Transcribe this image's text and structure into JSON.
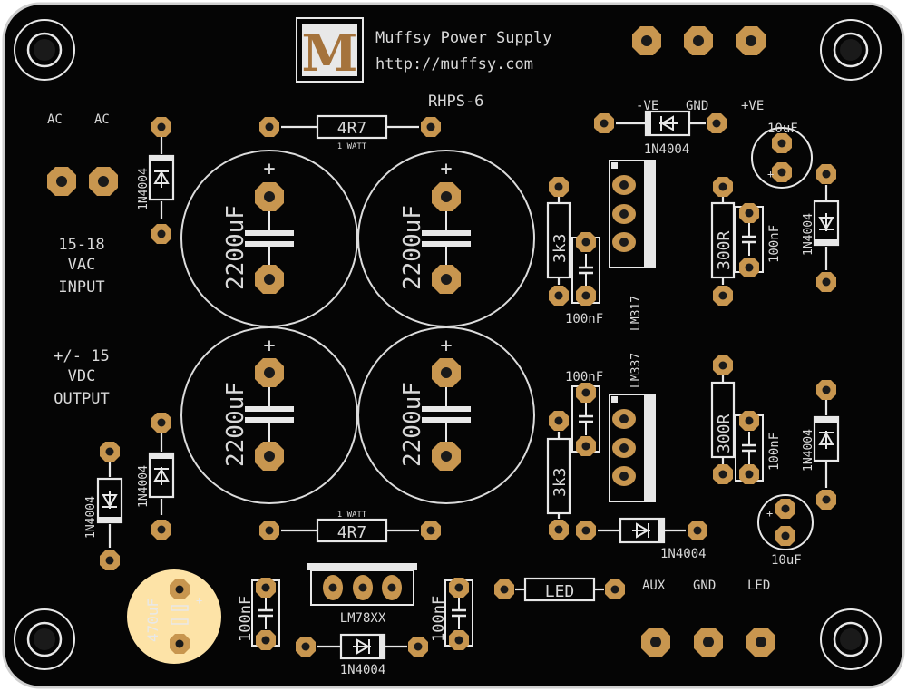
{
  "board": {
    "title": "Muffsy Power Supply",
    "url": "http://muffsy.com",
    "logo_letter": "M",
    "model": "RHPS-6"
  },
  "labels": {
    "ac1": "AC",
    "ac2": "AC",
    "input_line1": "15-18",
    "input_line2": "VAC",
    "input_line3": "INPUT",
    "output_line1": "+/- 15",
    "output_line2": "VDC",
    "output_line3": "OUTPUT",
    "neg_ve": "-VE",
    "gnd_top": "GND",
    "pos_ve": "+VE",
    "aux": "AUX",
    "gnd_bottom": "GND",
    "led_pad": "LED"
  },
  "components": {
    "cap_main": "2200uF",
    "plus": "+",
    "res_4r7": "4R7",
    "one_watt": "1 WATT",
    "diode": "1N4004",
    "res_3k3": "3k3",
    "res_300r": "300R",
    "cap_100nf": "100nF",
    "cap_10uf": "10uF",
    "reg_lm317": "LM317",
    "reg_lm337": "LM337",
    "reg_lm78xx": "LM78XX",
    "cap_470uf": "470uF",
    "led_part": "LED"
  },
  "colors": {
    "board": "#050505",
    "board_edge": "#cfcfcf",
    "copper": "#c8964f",
    "copper_hole": "#1a1a1a",
    "silkscreen": "#e8e8e8",
    "highlight": "#fde3a7"
  }
}
